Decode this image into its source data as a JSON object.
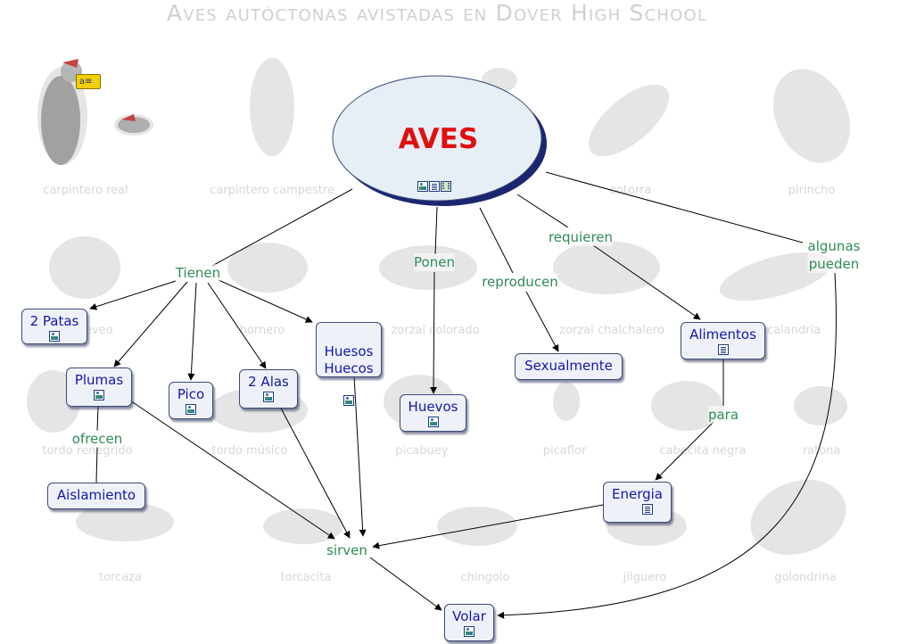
{
  "title": "Aves autóctonas avistadas en Dover High School",
  "main_concept": {
    "label": "AVES"
  },
  "concepts": {
    "patas": "2 Patas",
    "plumas": "Plumas",
    "pico": "Pico",
    "alas": "2 Alas",
    "huesos": "Huesos\nHuecos",
    "huevos": "Huevos",
    "sexualmente": "Sexualmente",
    "alimentos": "Alimentos",
    "aislamiento": "Aislamiento",
    "energia": "Energia",
    "volar": "Volar"
  },
  "link_phrases": {
    "tienen": "Tienen",
    "ponen": "Ponen",
    "reproducen": "reproducen",
    "requieren": "requieren",
    "algunas_pueden": "algunas\npueden",
    "ofrecen": "ofrecen",
    "para": "para",
    "sirven": "sirven"
  },
  "background_birds": [
    "carpintero real",
    "carpintero campestre",
    "cotorra",
    "pirincho",
    "benteveo",
    "hornero",
    "zorzal colorado",
    "zorzal chalchalero",
    "calandria",
    "tordo renegrido",
    "tordo músico",
    "picabuey",
    "picaflor",
    "cabecita negra",
    "ratona",
    "torcaza",
    "torcacita",
    "chingolo",
    "jilguero",
    "golondrina"
  ],
  "note_icon_text": "a",
  "colors": {
    "node_text": "#1515b0",
    "link_text": "#2e8b57",
    "main_text": "#e01010",
    "node_fill": "#eef2f8",
    "main_fill": "#e6eef6"
  }
}
